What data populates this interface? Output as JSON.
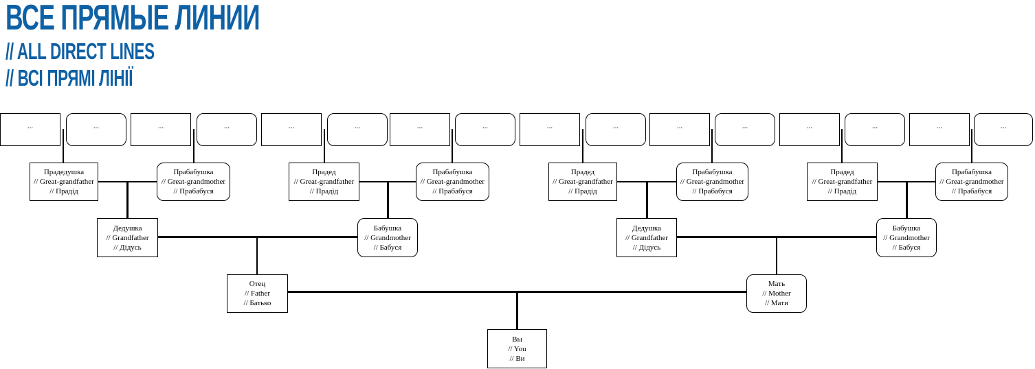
{
  "title": {
    "main": "ВСЕ ПРЯМЫЕ ЛИНИИ",
    "sub_en": "// ALL DIRECT LINES",
    "sub_uk": "// ВСІ ПРЯМІ ЛІНІЇ",
    "color": "#0f61a5"
  },
  "tree": {
    "placeholder": "...",
    "people": {
      "ggf1": {
        "ru": "Прадедушка",
        "en": "// Great-grandfather",
        "uk": "// Прадід"
      },
      "ggm1": {
        "ru": "Прабабушка",
        "en": "// Great-grandmother",
        "uk": "// Прабабуся"
      },
      "ggf2": {
        "ru": "Прадед",
        "en": "// Great-grandfather",
        "uk": "// Прадід"
      },
      "ggm2": {
        "ru": "Прабабушка",
        "en": "// Great-grandmother",
        "uk": "// Прабабуся"
      },
      "ggf3": {
        "ru": "Прадед",
        "en": "// Great-grandfather",
        "uk": "// Прадід"
      },
      "ggm3": {
        "ru": "Прабабушка",
        "en": "// Great-grandmother",
        "uk": "// Прабабуся"
      },
      "ggf4": {
        "ru": "Прадед",
        "en": "// Great-grandfather",
        "uk": "// Прадід"
      },
      "ggm4": {
        "ru": "Прабабушка",
        "en": "// Great-grandmother",
        "uk": "// Прабабуся"
      },
      "gf1": {
        "ru": "Дедушка",
        "en": "// Grandfather",
        "uk": "// Дідусь"
      },
      "gm1": {
        "ru": "Бабушка",
        "en": "// Grandmother",
        "uk": "// Бабуся"
      },
      "gf2": {
        "ru": "Дедушка",
        "en": "// Grandfather",
        "uk": "// Дідусь"
      },
      "gm2": {
        "ru": "Бабушка",
        "en": "// Grandmother",
        "uk": "// Бабуся"
      },
      "father": {
        "ru": "Отец",
        "en": "// Father",
        "uk": "// Батько"
      },
      "mother": {
        "ru": "Мать",
        "en": "// Mother",
        "uk": "// Мати"
      },
      "you": {
        "ru": "Вы",
        "en": "// You",
        "uk": "// Ви"
      }
    }
  }
}
